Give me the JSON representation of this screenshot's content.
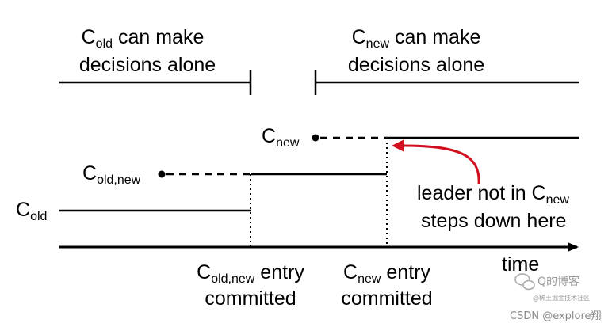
{
  "header": {
    "cold_base": "C",
    "cold_sub": "old",
    "cold_rest": " can make",
    "cold_line2": "decisions alone",
    "cnew_base": "C",
    "cnew_sub": "new",
    "cnew_rest": " can make",
    "cnew_line2": "decisions alone"
  },
  "labels": {
    "cold_base": "C",
    "cold_sub": "old",
    "coldnew_base": "C",
    "coldnew_sub": "old,new",
    "cnew_base": "C",
    "cnew_sub": "new",
    "time": "time"
  },
  "annotation": {
    "line1_text": "leader not in C",
    "line1_sub": "new",
    "line2": "steps down here",
    "arrow_color": "#d0101e"
  },
  "commit_labels": {
    "coldnew_base": "C",
    "coldnew_sub": "old,new",
    "coldnew_rest": " entry",
    "coldnew_line2": "committed",
    "cnew_base": "C",
    "cnew_sub": "new",
    "cnew_rest": " entry",
    "cnew_line2": "committed"
  },
  "watermark": {
    "blog": "Q的博客",
    "tagline": "@稀土掘金技术社区",
    "credit": "CSDN @explore翔"
  }
}
